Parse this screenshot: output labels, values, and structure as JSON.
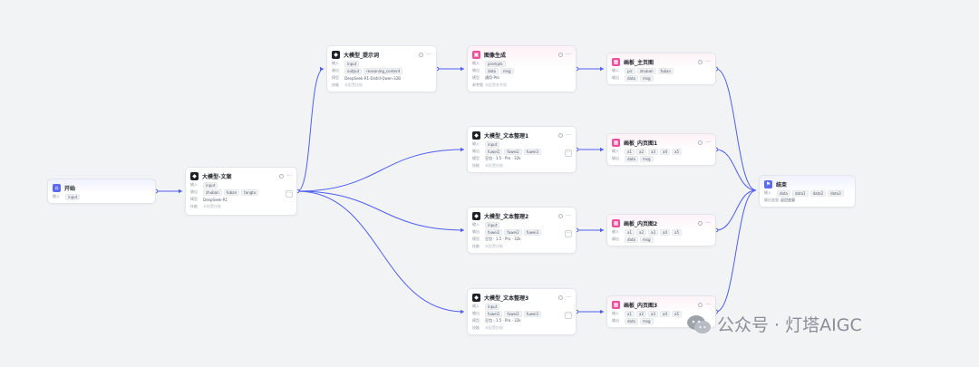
{
  "labels": {
    "input": "输入",
    "output": "输出",
    "model": "模型",
    "skill": "技能",
    "params": "参考图",
    "end_output": "输出变量",
    "more": "···"
  },
  "nodes": {
    "start": {
      "title": "开始",
      "inputs": [
        "input"
      ]
    },
    "llm_copy": {
      "title": "大模型-文案",
      "inputs": [
        "input"
      ],
      "outputs": [
        "zhuban",
        "fuban",
        "tangtu"
      ],
      "model": "DeepSeek-R1",
      "skill": "未配置技能"
    },
    "llm_prompt": {
      "title": "大模型_提示词",
      "inputs": [
        "input"
      ],
      "outputs": [
        "output",
        "reasoning_content"
      ],
      "model": "DeepSeek-R1-Distill-Qwen-32B",
      "skill": "未配置技能"
    },
    "img_gen": {
      "title": "图像生成",
      "inputs": [
        "prompts"
      ],
      "outputs": [
        "data",
        "msg"
      ],
      "model": "通用-Pro",
      "params": "未配置参考图"
    },
    "text1": {
      "title": "大模型_文本整理1",
      "inputs": [
        "input"
      ],
      "outputs": [
        "fuwei1",
        "fuwei2",
        "fuwei3"
      ],
      "model": "豆包 · 1.5 · Pro · 32k",
      "skill": "未配置技能"
    },
    "text2": {
      "title": "大模型_文本整理2",
      "inputs": [
        "input"
      ],
      "outputs": [
        "fuwei1",
        "fuwei2",
        "fuwei3"
      ],
      "model": "豆包 · 1.5 · Pro · 32k",
      "skill": "未配置技能"
    },
    "text3": {
      "title": "大模型_文本整理3",
      "inputs": [
        "input"
      ],
      "outputs": [
        "fuwei1",
        "fuwei2",
        "fuwei3"
      ],
      "model": "豆包 · 1.5 · Pro · 32k",
      "skill": "未配置技能"
    },
    "board_main": {
      "title": "画板_主页图",
      "inputs": [
        "pic",
        "zhuban",
        "fuban"
      ],
      "outputs": [
        "data",
        "msg"
      ]
    },
    "board1": {
      "title": "画板_内页图1",
      "inputs": [
        "a1",
        "a2",
        "a3",
        "a4",
        "a5"
      ],
      "outputs": [
        "data",
        "msg"
      ]
    },
    "board2": {
      "title": "画板_内页图2",
      "inputs": [
        "a1",
        "a2",
        "a3",
        "a4",
        "a5"
      ],
      "outputs": [
        "data",
        "msg"
      ]
    },
    "board3": {
      "title": "画板_内页图3",
      "inputs": [
        "a1",
        "a2",
        "a3",
        "a4",
        "a5"
      ],
      "outputs": [
        "data",
        "msg"
      ]
    },
    "end": {
      "title": "结束",
      "inputs": [
        "data",
        "data1",
        "data2",
        "data3"
      ],
      "output_var": "返回变量"
    }
  },
  "watermark": "公众号 · 灯塔AIGC",
  "colors": {
    "edge": "#4f5ff0",
    "accent": "#5b6cf0",
    "pink": "#ee4e9a"
  }
}
